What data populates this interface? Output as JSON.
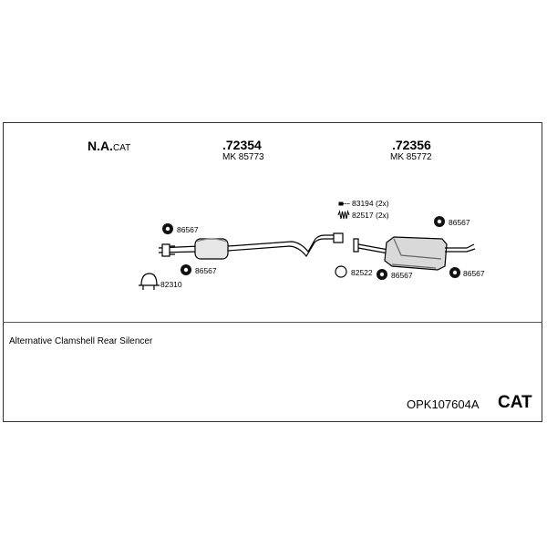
{
  "header": {
    "na_bold": "N.A.",
    "na_suffix": "CAT",
    "part1_code": ".72354",
    "part1_ref": "MK 85773",
    "part2_code": ".72356",
    "part2_ref": "MK 85772"
  },
  "parts": {
    "hanger_front_top": "86567",
    "hanger_front_bottom": "86567",
    "clamp": "82310",
    "bolt_set": "83194 (2x)",
    "spring_set": "82517 (2x)",
    "ring": "82522",
    "hanger_rear_mid": "86567",
    "hanger_rear_top": "86567",
    "hanger_rear_bottom": "86567"
  },
  "footer": {
    "description": "Alternative Clamshell Rear Silencer",
    "order_code": "OPK107604A",
    "cat_label": "CAT"
  }
}
